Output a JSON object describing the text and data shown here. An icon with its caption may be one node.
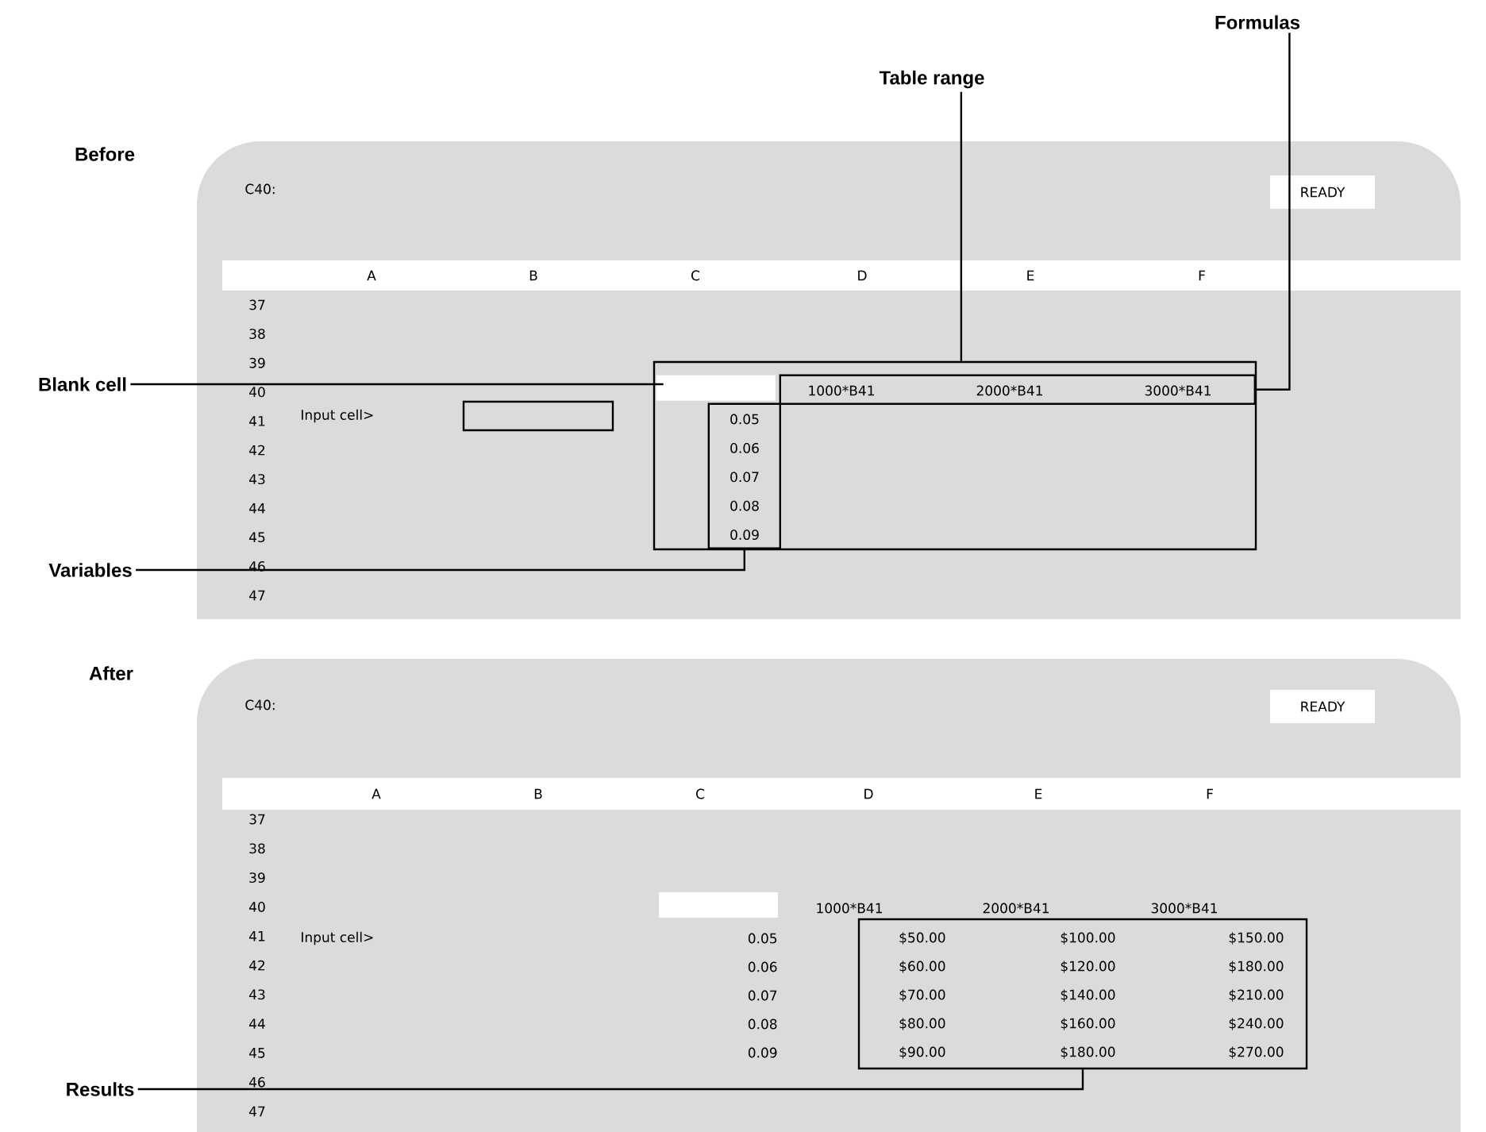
{
  "diagram": {
    "nodes": [
      {
        "text": [
          "Formulas"
        ]
      },
      {
        "text": [
          "Table range"
        ]
      },
      {
        "text": [
          "Blank cell"
        ]
      },
      {
        "text": [
          "Variables"
        ]
      },
      {
        "text": [
          "Results"
        ]
      },
      {
        "text": [],
        "shape": "box"
      },
      {
        "text": [
          "1000*B41",
          "2000*B41",
          "3000*B41"
        ],
        "in": 5
      },
      {
        "text": [],
        "shape": "box",
        "in": 5
      },
      {
        "text": [
          "0.05",
          "0.06",
          "0.07",
          "0.08",
          "0.09"
        ],
        "in": 5
      },
      {
        "text": [
          "$50.00",
          "$100.00",
          "$150.00",
          "$60.00",
          "$120.00",
          "$180.00",
          "$70.00",
          "$140.00",
          "$210.00",
          "$80.00",
          "$160.00",
          "$240.00",
          "$90.00",
          "$180.00",
          "$270.00"
        ]
      }
    ],
    "edges": [
      {
        "from": 0,
        "to": 6,
        "arrow": "none"
      },
      {
        "from": 1,
        "to": 5,
        "arrow": "none"
      },
      {
        "from": 2,
        "to": 7,
        "arrow": "none"
      },
      {
        "from": 3,
        "to": 8,
        "arrow": "none"
      },
      {
        "from": 4,
        "to": 9,
        "arrow": "none"
      }
    ],
    "labels": [
      "Before",
      "C40:",
      "READY",
      "A",
      "B",
      "C",
      "D",
      "E",
      "F",
      "37",
      "38",
      "39",
      "40",
      "41",
      "42",
      "43",
      "44",
      "45",
      "46",
      "47",
      "Input cell>",
      "After",
      "C40:",
      "READY",
      "A",
      "B",
      "C",
      "D",
      "E",
      "F",
      "37",
      "38",
      "39",
      "40",
      "41",
      "42",
      "43",
      "44",
      "45",
      "46",
      "47",
      "Input cell>",
      "1000*B41",
      "2000*B41",
      "3000*B41",
      "0.05",
      "0.06",
      "0.07",
      "0.08",
      "0.09"
    ]
  }
}
